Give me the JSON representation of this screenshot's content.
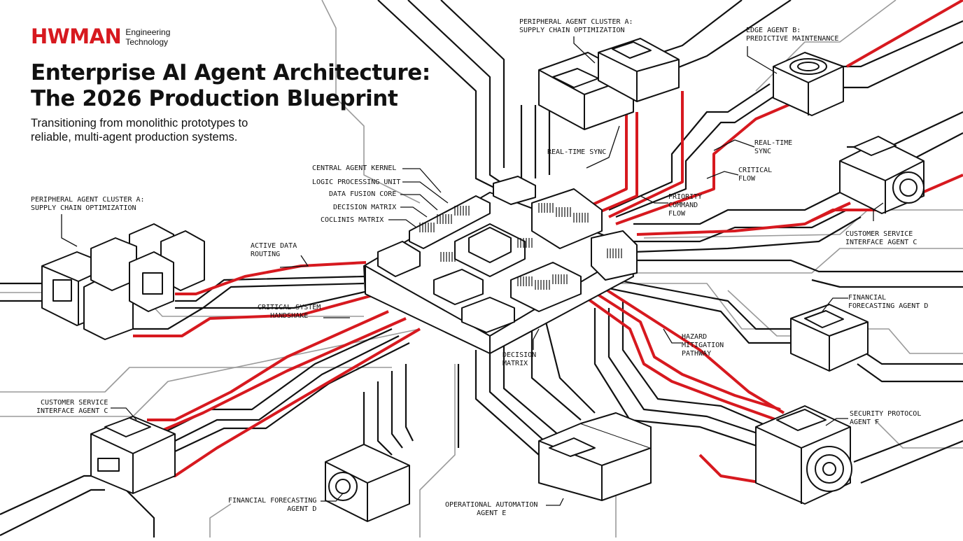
{
  "brand": {
    "logo": "HWMAN",
    "tagline_line1": "Engineering",
    "tagline_line2": "Technology",
    "accent_color": "#d7191f"
  },
  "header": {
    "title_line1": "Enterprise AI Agent Architecture:",
    "title_line2": "The 2026 Production Blueprint",
    "subtitle_line1": "Transitioning from monolithic prototypes to",
    "subtitle_line2": "reliable, multi-agent production systems."
  },
  "colors": {
    "ink": "#111111",
    "critical_line": "#d7191f",
    "grey_line": "#9a9a9a",
    "device_fill": "#ffffff"
  },
  "labels": {
    "cluster_a_top": "PERIPHERAL AGENT CLUSTER A:\nSUPPLY CHAIN OPTIMIZATION",
    "edge_agent_b": "EDGE AGENT B:\nPREDICTIVE MAINTENANCE",
    "realtime_sync_1": "REAL-TIME SYNC",
    "realtime_sync_2": "REAL-TIME\nSYNC",
    "critical_flow": "CRITICAL\nFLOW",
    "priority_command_flow": "PRIORITY\nCOMMAND\nFLOW",
    "central_agent_kernel": "CENTRAL AGENT KERNEL",
    "logic_processing_unit": "LOGIC PROCESSING UNIT",
    "data_fusion_core": "DATA FUSION CORE",
    "decision_matrix_top": "DECISION MATRIX",
    "coclinis_matrix": "COCLINIS MATRIX",
    "cluster_a_left": "PERIPHERAL AGENT CLUSTER A:\nSUPPLY CHAIN OPTIMIZATION",
    "active_data_routing": "ACTIVE DATA\nROUTING",
    "critical_system_handshake": "CRITICAL SYSTEM\nHANDSHAKE",
    "customer_service_right": "CUSTOMER SERVICE\nINTERFACE AGENT C",
    "financial_forecasting_right": "FINANCIAL\nFORECASTING AGENT D",
    "hazard_mitigation": "HAZARD\nMITIGATION\nPATHWAY",
    "decision_matrix_bottom": "DECISION\nMATRIX",
    "security_protocol": "SECURITY PROTOCOL\nAGENT F",
    "customer_service_left": "CUSTOMER SERVICE\nINTERFACE AGENT C",
    "financial_forecasting_bottom": "FINANCIAL FORECASTING\nAGENT D",
    "operational_automation": "OPERATIONAL AUTOMATION\nAGENT E"
  }
}
